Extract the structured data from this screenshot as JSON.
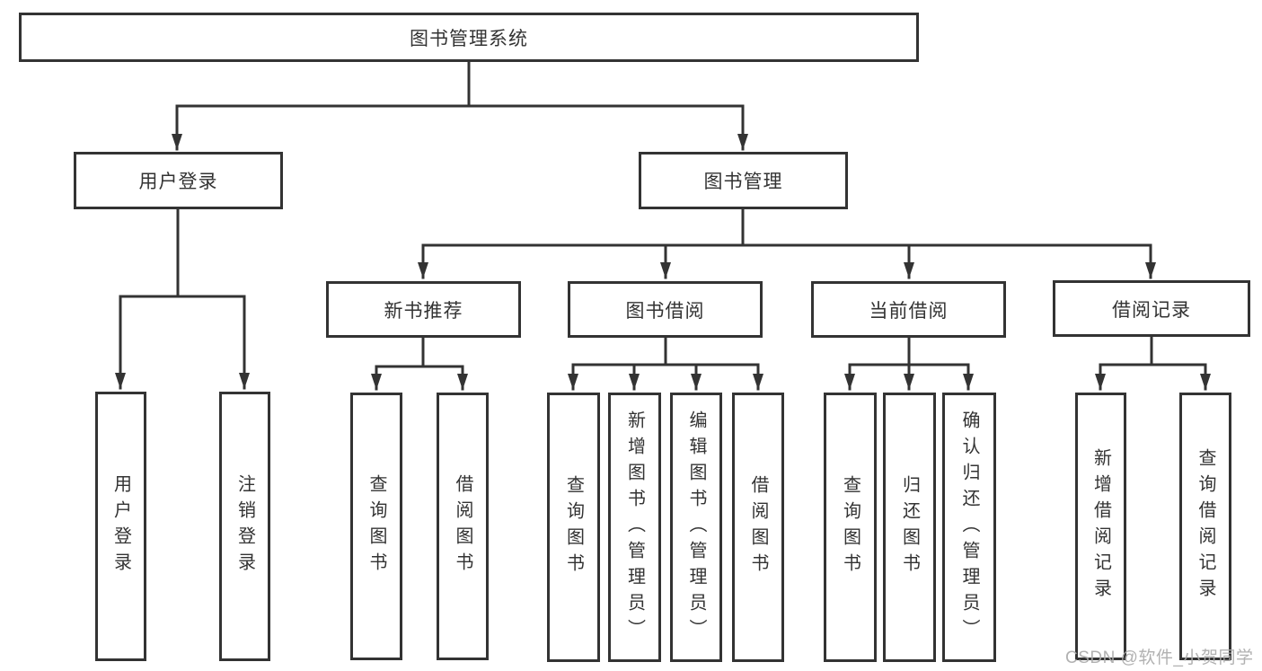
{
  "diagram_title": "图书管理系统",
  "tree": {
    "root": {
      "label": "图书管理系统",
      "children": [
        {
          "label": "用户登录",
          "children": [
            {
              "label": "用户登录"
            },
            {
              "label": "注销登录"
            }
          ]
        },
        {
          "label": "图书管理",
          "children": [
            {
              "label": "新书推荐",
              "children": [
                {
                  "label": "查询图书"
                },
                {
                  "label": "借阅图书"
                }
              ]
            },
            {
              "label": "图书借阅",
              "children": [
                {
                  "label": "查询图书"
                },
                {
                  "label": "新增图书（管理员）"
                },
                {
                  "label": "编辑图书（管理员）"
                },
                {
                  "label": "借阅图书"
                }
              ]
            },
            {
              "label": "当前借阅",
              "children": [
                {
                  "label": "查询图书"
                },
                {
                  "label": "归还图书"
                },
                {
                  "label": "确认归还（管理员）"
                }
              ]
            },
            {
              "label": "借阅记录",
              "children": [
                {
                  "label": "新增借阅记录"
                },
                {
                  "label": "查询借阅记录"
                }
              ]
            }
          ]
        }
      ]
    }
  },
  "watermark": "CSDN @软件_小贺同学",
  "colors": {
    "line": "#333333",
    "box_border": "#333333",
    "box_background": "#ffffff",
    "text": "#333333",
    "watermark": "#aaaaaa",
    "background": "#ffffff"
  }
}
